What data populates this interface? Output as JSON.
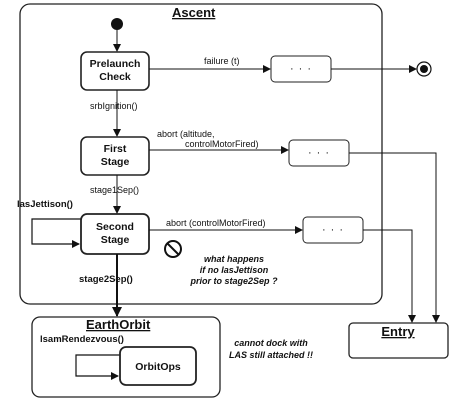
{
  "diagram": {
    "ascent": {
      "title": "Ascent",
      "states": {
        "prelaunch": [
          "Prelaunch",
          "Check"
        ],
        "first": [
          "First",
          "Stage"
        ],
        "second": [
          "Second",
          "Stage"
        ]
      },
      "transitions": {
        "failure": "failure (t)",
        "srb": "srbIgnition()",
        "abort1": [
          "abort (altitude,",
          "controlMotorFired)"
        ],
        "stage1": "stage1Sep()",
        "las": "lasJettison()",
        "abort2": "abort (controlMotorFired)",
        "stage2": "stage2Sep()"
      },
      "ellipsis": "· · ·",
      "note": [
        "what happens",
        "if no lasJettison",
        "prior to stage2Sep ?"
      ]
    },
    "earth_orbit": {
      "title": "EarthOrbit",
      "transition": "lsamRendezvous()",
      "state": "OrbitOps",
      "note": [
        "cannot dock with",
        "LAS still attached !!"
      ]
    },
    "entry": {
      "title": "Entry"
    }
  }
}
